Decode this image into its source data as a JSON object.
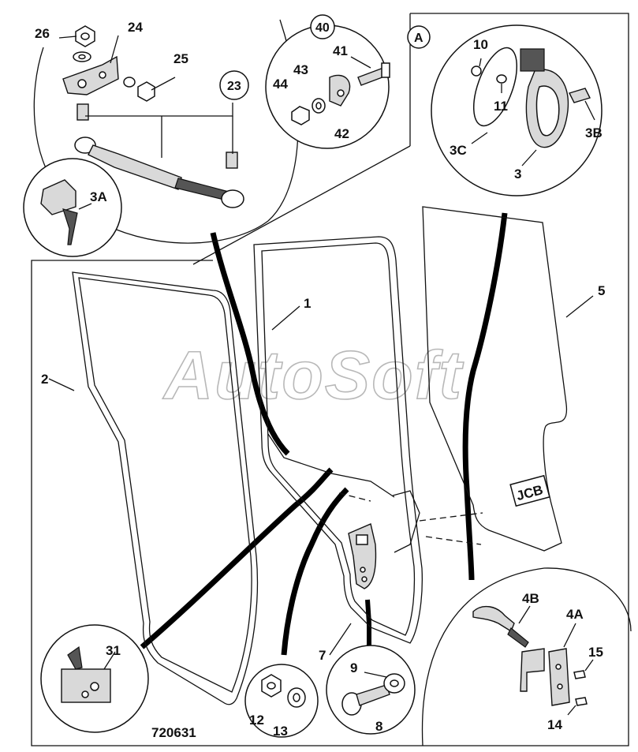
{
  "drawing_number": "720631",
  "watermark": "AutoSoft",
  "callouts": {
    "p1": "1",
    "p2": "2",
    "p3": "3",
    "p3a": "3A",
    "p3b": "3B",
    "p3c": "3C",
    "p4a": "4A",
    "p4b": "4B",
    "p5": "5",
    "p7": "7",
    "p8": "8",
    "p9": "9",
    "p10": "10",
    "p11": "11",
    "p12": "12",
    "p13": "13",
    "p14": "14",
    "p15": "15",
    "p23": "23",
    "p24": "24",
    "p25": "25",
    "p26": "26",
    "p31": "31",
    "p40": "40",
    "p41": "41",
    "p42": "42",
    "p43": "43",
    "p44": "44",
    "pA": "A"
  }
}
